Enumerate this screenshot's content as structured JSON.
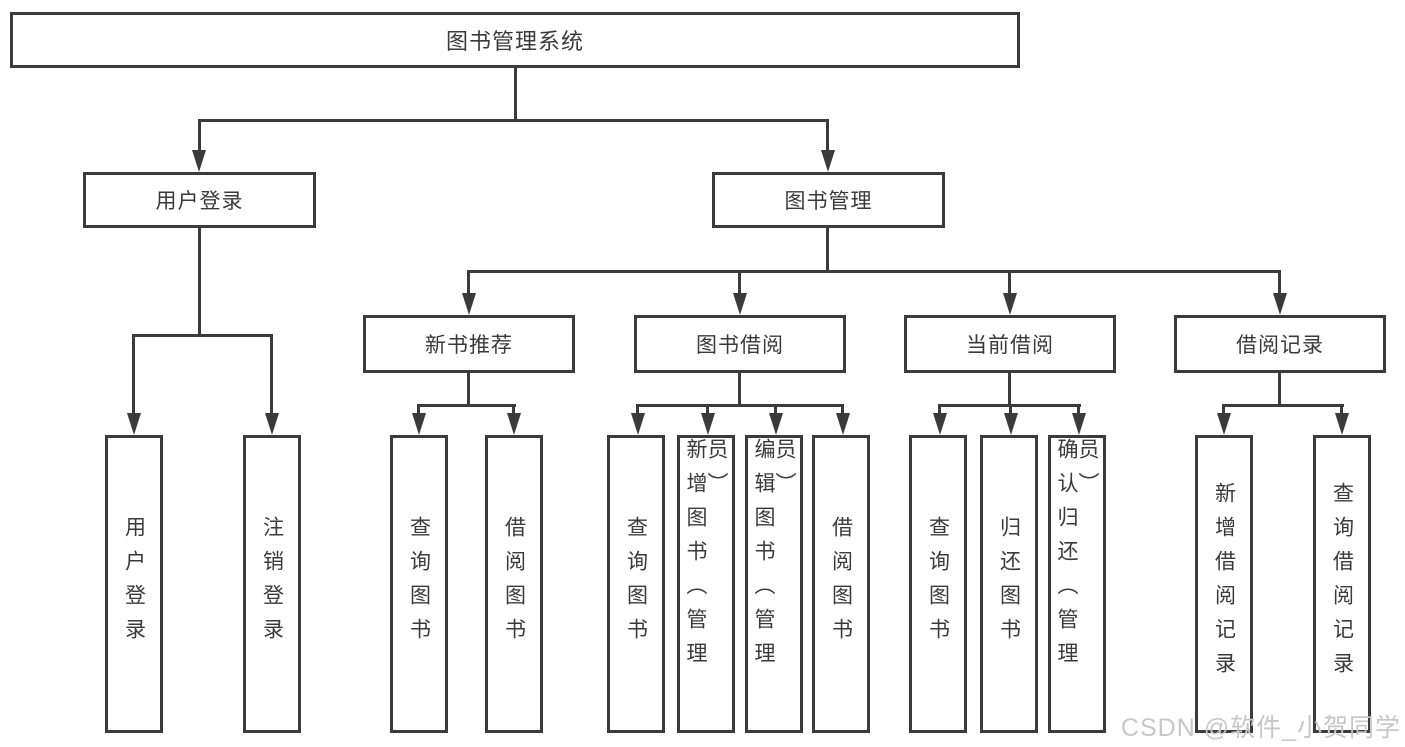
{
  "diagram": {
    "root_label": "图书管理系统",
    "user_login": {
      "label": "用户登录",
      "children": [
        "用户登录",
        "注销登录"
      ]
    },
    "book_management": {
      "label": "图书管理",
      "sections": [
        {
          "label": "新书推荐",
          "children": [
            "查询图书",
            "借阅图书"
          ]
        },
        {
          "label": "图书借阅",
          "children": [
            "查询图书",
            "新增图书（管理员）",
            "编辑图书（管理员）",
            "借阅图书"
          ]
        },
        {
          "label": "当前借阅",
          "children": [
            "查询图书",
            "归还图书",
            "确认归还（管理员）"
          ]
        },
        {
          "label": "借阅记录",
          "children": [
            "新增借阅记录",
            "查询借阅记录"
          ]
        }
      ]
    }
  },
  "watermark": {
    "text": "CSDN @软件_小贺同学"
  },
  "colors": {
    "line": "#3b3b3b",
    "text": "#3a3a3a",
    "background": "#ffffff",
    "watermark": "#c7c7c7"
  }
}
